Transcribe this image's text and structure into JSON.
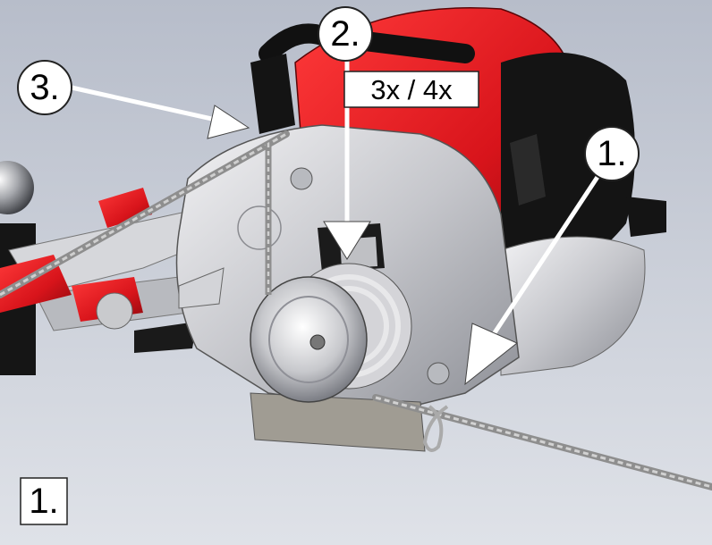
{
  "labels": {
    "callout_1": "1.",
    "callout_2": "2.",
    "callout_3": "3.",
    "rotation_note": "3x / 4x",
    "step_indicator": "1."
  },
  "colors": {
    "background": "#c9ced8",
    "engine_red": "#d8141b",
    "frame_silver": "#c8c8cc",
    "rope": "#9a9a9a",
    "black": "#111111"
  }
}
